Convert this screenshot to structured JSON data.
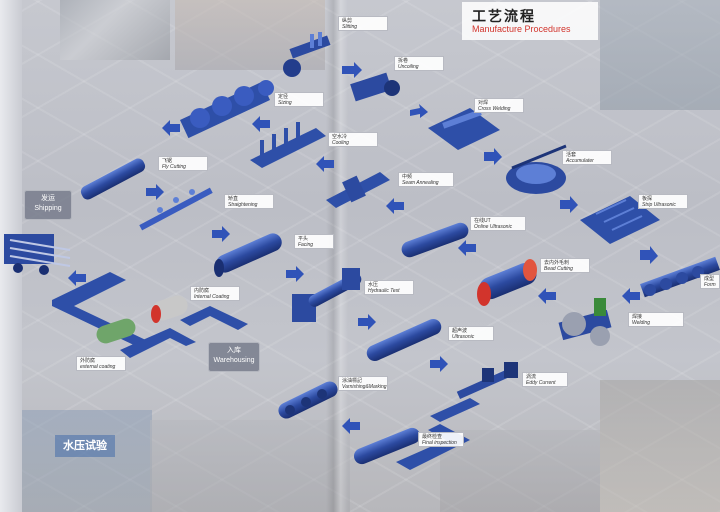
{
  "header": {
    "title_zh": "工艺流程",
    "title_en": "Manufacture Procedures"
  },
  "colors": {
    "machine": "#2e4fa8",
    "arrow": "#3053b8",
    "accent": "#d2342c"
  },
  "steps": [
    {
      "id": "slitting",
      "zh": "纵剪",
      "en": "Slitting"
    },
    {
      "id": "uncoiling",
      "zh": "拆卷",
      "en": "Uncoiling"
    },
    {
      "id": "sizing",
      "zh": "定径",
      "en": "Sizing"
    },
    {
      "id": "cross_welding",
      "zh": "对焊",
      "en": "Cross Welding"
    },
    {
      "id": "cooling",
      "zh": "空水冷",
      "en": "Cooling"
    },
    {
      "id": "accumulator",
      "zh": "活套",
      "en": "Accumulater"
    },
    {
      "id": "fly_cutting",
      "zh": "飞锯",
      "en": "Fly Cutting"
    },
    {
      "id": "seam_annealing",
      "zh": "中频",
      "en": "Seam Annealing"
    },
    {
      "id": "strip_ultrasonic",
      "zh": "板探",
      "en": "Strip Ultrasonic"
    },
    {
      "id": "straightening",
      "zh": "矫直",
      "en": "Straightening"
    },
    {
      "id": "online_ultrasonic",
      "zh": "在线UT",
      "en": "Online Ultrasonic"
    },
    {
      "id": "facing",
      "zh": "平头",
      "en": "Facing"
    },
    {
      "id": "bead_cutting",
      "zh": "去内外毛刺",
      "en": "Bead Cutting"
    },
    {
      "id": "forming",
      "zh": "成型",
      "en": "Form"
    },
    {
      "id": "hydraulic_test",
      "zh": "水压",
      "en": "Hydraulic Test"
    },
    {
      "id": "internal_coating",
      "zh": "内防腐",
      "en": "Internal Coating"
    },
    {
      "id": "welding",
      "zh": "焊接",
      "en": "Welding"
    },
    {
      "id": "ultrasonic",
      "zh": "超声波",
      "en": "Ultrasonic"
    },
    {
      "id": "external_coating",
      "zh": "外防腐",
      "en": "external coating"
    },
    {
      "id": "eddy_current",
      "zh": "涡流",
      "en": "Eddy Current"
    },
    {
      "id": "varnishing_marking",
      "zh": "涂油標記",
      "en": "Varnishing&Marking"
    },
    {
      "id": "final_inspection",
      "zh": "最终检查",
      "en": "Final inspection"
    }
  ],
  "badges": {
    "shipping": {
      "zh": "发运",
      "en": "Shipping"
    },
    "warehousing": {
      "zh": "入库",
      "en": "Warehousing"
    }
  },
  "photo_sign": "水压试验"
}
